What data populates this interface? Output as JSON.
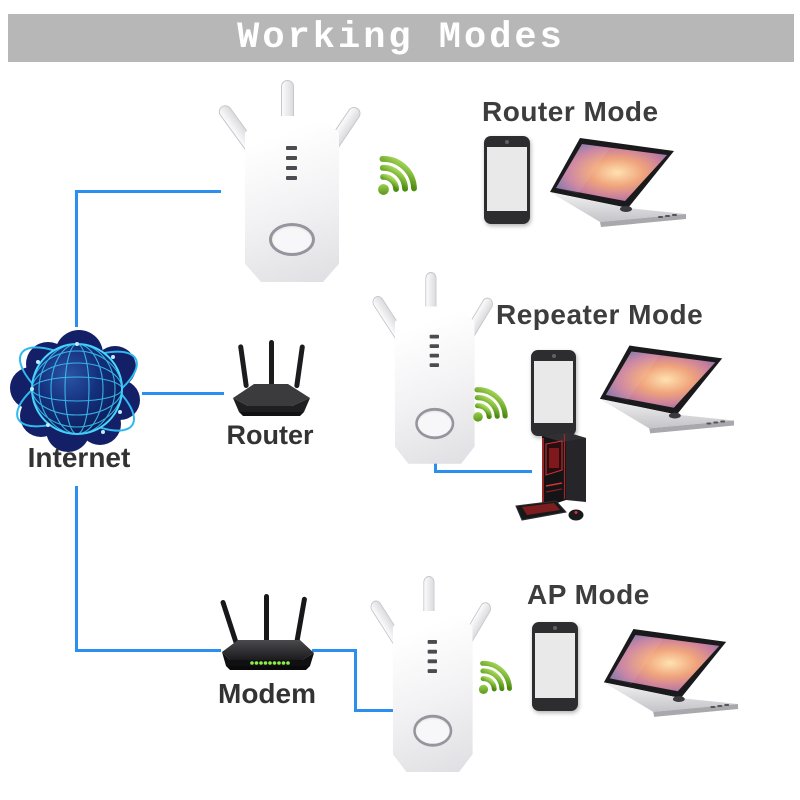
{
  "banner": {
    "title": "Working Modes"
  },
  "sections": {
    "router_mode": {
      "label": "Router Mode"
    },
    "repeater_mode": {
      "label": "Repeater Mode"
    },
    "ap_mode": {
      "label": "AP Mode"
    }
  },
  "devices": {
    "internet": {
      "label": "Internet"
    },
    "router": {
      "label": "Router"
    },
    "modem": {
      "label": "Modem"
    }
  },
  "icons": {
    "wifi": "wifi-signal-icon",
    "globe": "internet-globe-icon"
  },
  "colors": {
    "line": "#2a8fee",
    "banner": "#b7b7b7",
    "label": "#3d3d3d",
    "wifi_light": "#a8d95b",
    "wifi_dark": "#4d8c10"
  }
}
